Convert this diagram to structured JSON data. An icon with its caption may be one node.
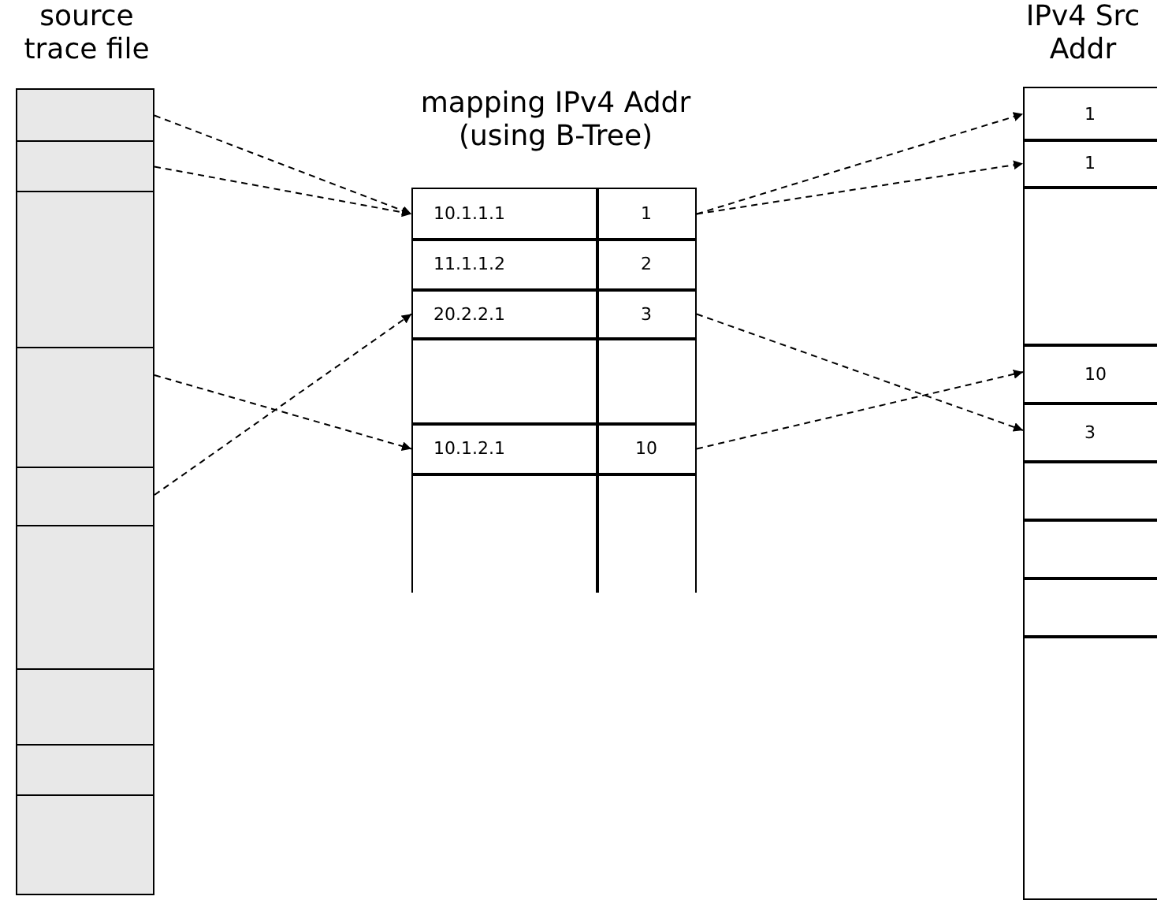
{
  "diagram": {
    "nodes": [
      {
        "text": [
          "source trace file"
        ]
      },
      {
        "text": [],
        "shape": "box",
        "in": 0
      },
      {
        "text": [],
        "shape": "box",
        "in": 0
      },
      {
        "text": [],
        "shape": "box",
        "in": 0
      },
      {
        "text": [],
        "shape": "box",
        "in": 0
      },
      {
        "text": [],
        "shape": "box",
        "in": 0
      },
      {
        "text": [],
        "shape": "box",
        "in": 0
      },
      {
        "text": [],
        "shape": "box",
        "in": 0
      },
      {
        "text": [],
        "shape": "box",
        "in": 0
      },
      {
        "text": [],
        "shape": "box",
        "in": 0
      },
      {
        "text": [
          "mapping IPv4 Addr (using B-Tree)"
        ]
      },
      {
        "text": [
          "10.1.1.1"
        ],
        "in": 10
      },
      {
        "text": [
          "1"
        ],
        "in": 10
      },
      {
        "text": [
          "11.1.1.2"
        ],
        "in": 10
      },
      {
        "text": [
          "2"
        ],
        "in": 10
      },
      {
        "text": [
          "20.2.2.1"
        ],
        "in": 10
      },
      {
        "text": [
          "3"
        ],
        "in": 10
      },
      {
        "text": [],
        "shape": "box",
        "in": 10
      },
      {
        "text": [],
        "shape": "box",
        "in": 10
      },
      {
        "text": [
          "10.1.2.1"
        ],
        "in": 10
      },
      {
        "text": [
          "10"
        ],
        "in": 10
      },
      {
        "text": [],
        "shape": "box",
        "in": 10
      },
      {
        "text": [],
        "shape": "box",
        "in": 10
      },
      {
        "text": [
          "IPv4 Src Addr"
        ]
      },
      {
        "text": [
          "1"
        ],
        "in": 23
      },
      {
        "text": [
          "1"
        ],
        "in": 23
      },
      {
        "text": [],
        "shape": "box",
        "in": 23
      },
      {
        "text": [
          "10"
        ],
        "in": 23
      },
      {
        "text": [
          "3"
        ],
        "in": 23
      },
      {
        "text": [],
        "shape": "box",
        "in": 23
      },
      {
        "text": [],
        "shape": "box",
        "in": 23
      },
      {
        "text": [],
        "shape": "box",
        "in": 23
      },
      {
        "text": [],
        "shape": "box",
        "in": 23
      }
    ],
    "edges": [
      {
        "from": 1,
        "to": 11,
        "arrow": "to",
        "style": "dashed"
      },
      {
        "from": 2,
        "to": 11,
        "arrow": "to",
        "style": "dashed"
      },
      {
        "from": 4,
        "to": 19,
        "arrow": "to",
        "style": "dashed"
      },
      {
        "from": 5,
        "to": 15,
        "arrow": "to",
        "style": "dashed"
      },
      {
        "from": 12,
        "to": 24,
        "arrow": "to",
        "style": "dashed"
      },
      {
        "from": 12,
        "to": 25,
        "arrow": "to",
        "style": "dashed"
      },
      {
        "from": 16,
        "to": 28,
        "arrow": "to",
        "style": "dashed"
      },
      {
        "from": 20,
        "to": 27,
        "arrow": "to",
        "style": "dashed"
      }
    ]
  }
}
